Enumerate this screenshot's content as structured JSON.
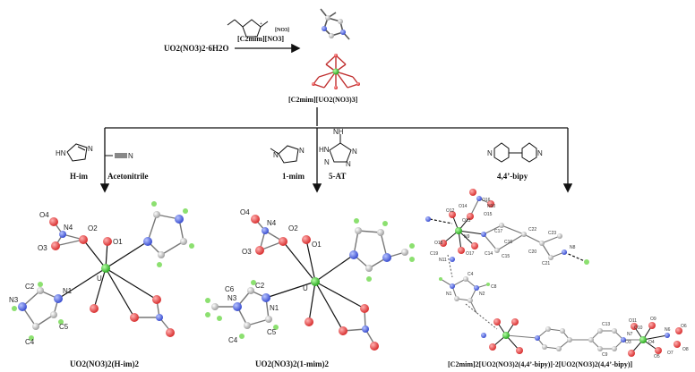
{
  "reaction": {
    "cation_label": "[NO3]",
    "reactant": "UO2(NO3)2·6H2O",
    "reagent": "[C2mim][NO3]",
    "intermediate": "[C2mim][UO2(NO3)3]"
  },
  "ligands": [
    {
      "id": "H-im",
      "label": "H-im"
    },
    {
      "id": "acetonitrile",
      "label": "Acetonitrile"
    },
    {
      "id": "1-mim",
      "label": "1-mim"
    },
    {
      "id": "5-AT",
      "label": "5-AT"
    },
    {
      "id": "bipy",
      "label": "4,4’-bipy"
    }
  ],
  "products": [
    {
      "id": "p1",
      "label": "UO2(NO3)2(H-im)2"
    },
    {
      "id": "p2",
      "label": "UO2(NO3)2(1-mim)2"
    },
    {
      "id": "p3",
      "label": "[C2mim]2[UO2(NO3)2(4,4’-bipy)]·2[UO2(NO3)2(4,4’-bipy)]"
    }
  ],
  "atoms_p1": [
    "O4",
    "N4",
    "O2",
    "O3",
    "O1",
    "U",
    "C2",
    "N1",
    "N3",
    "C5",
    "C4"
  ],
  "atoms_p2": [
    "O4",
    "N4",
    "O2",
    "O3",
    "O1",
    "U",
    "C6",
    "C2",
    "N3",
    "N1",
    "C4",
    "C5"
  ],
  "atoms_p3": [
    "O16",
    "O14",
    "O12",
    "O15",
    "N10",
    "O13",
    "N9",
    "O17",
    "O18",
    "N11",
    "C19",
    "C17",
    "C16",
    "C22",
    "C23",
    "C14",
    "C15",
    "C20",
    "C21",
    "N8",
    "C4",
    "N1",
    "N2",
    "C8",
    "C13",
    "C9",
    "N7",
    "O11",
    "O10",
    "O9",
    "O3",
    "O4",
    "N6",
    "O6",
    "O7",
    "O8",
    "O5"
  ],
  "colors": {
    "uranium": "#44c838",
    "oxygen": "#e85050",
    "nitrogen": "#5a6ee0",
    "carbon": "#bbbbbb",
    "hydrogen": "#8ce070",
    "bond": "#111111"
  }
}
